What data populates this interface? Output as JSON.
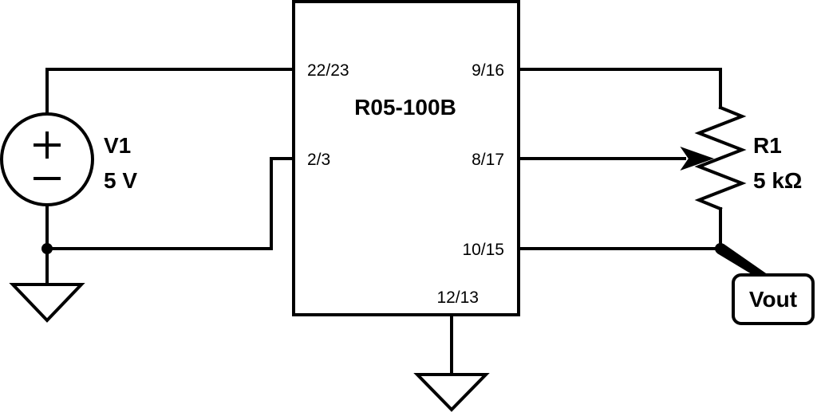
{
  "chip": {
    "name": "R05-100B",
    "pins": {
      "p22_23": "22/23",
      "p2_3": "2/3",
      "p9_16": "9/16",
      "p8_17": "8/17",
      "p10_15": "10/15",
      "p12_13": "12/13"
    }
  },
  "source": {
    "name": "V1",
    "value": "5 V",
    "plus": "+",
    "minus": "−"
  },
  "resistor": {
    "name": "R1",
    "value": "5 kΩ"
  },
  "output": {
    "label": "Vout"
  }
}
